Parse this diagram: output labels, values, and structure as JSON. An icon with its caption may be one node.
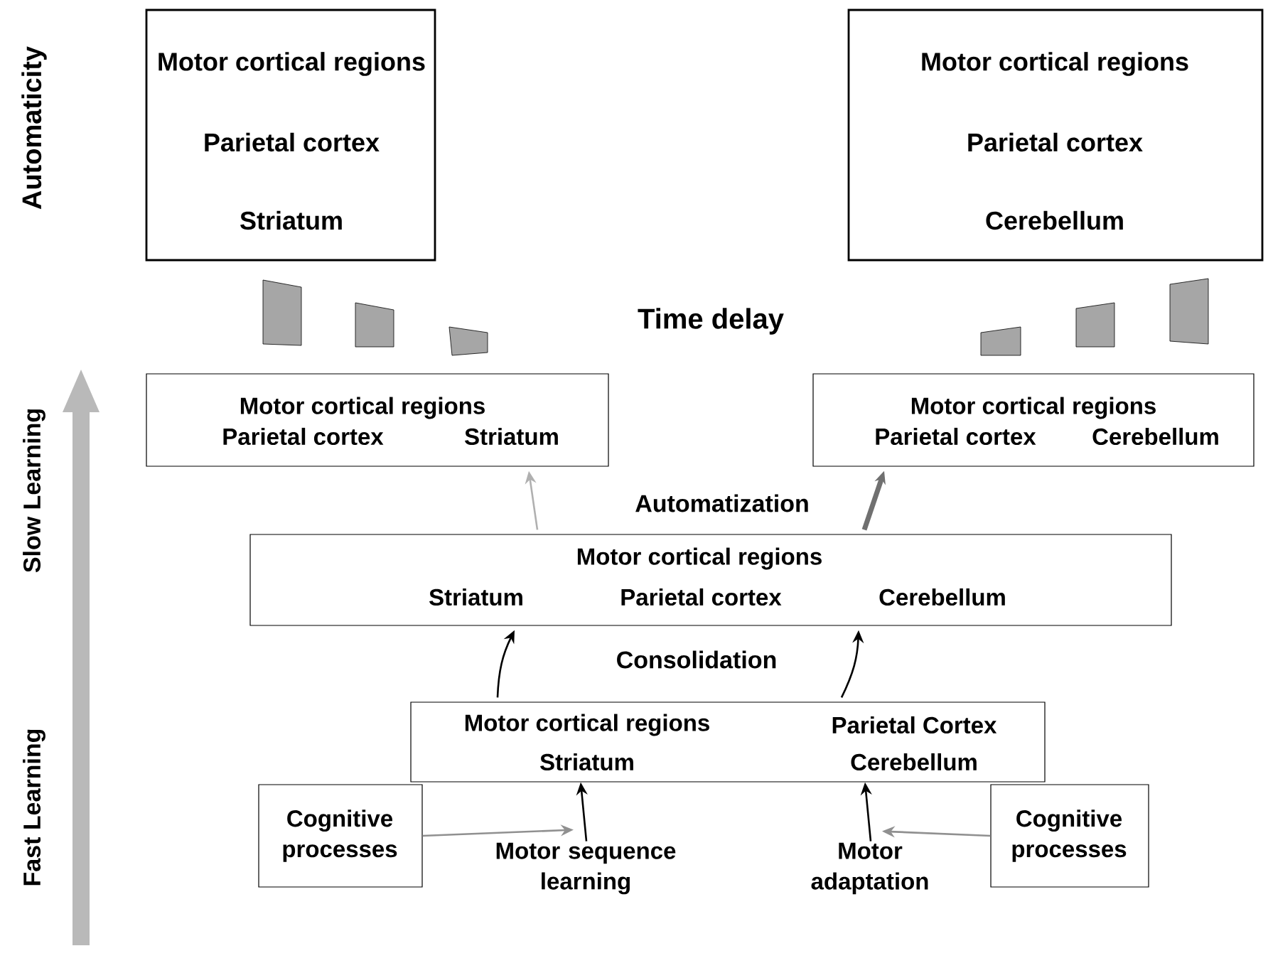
{
  "diagram": {
    "nodes": [
      {
        "text": [
          "Motor  cortical regions",
          "Parietal cortex",
          "Striatum"
        ]
      },
      {
        "text": [
          "Motor  cortical regions",
          "Parietal cortex",
          "Cerebellum"
        ]
      },
      {
        "text": [
          "Motor  cortical regions",
          "Parietal cortex",
          "Striatum"
        ]
      },
      {
        "text": [
          "Motor  cortical regions",
          "Parietal cortex",
          "Cerebellum"
        ]
      },
      {
        "text": [
          "Motor   cortical   regions",
          "Striatum",
          "Parietal cortex",
          "Cerebellum"
        ]
      },
      {
        "text": [
          "Motor cortical regions",
          "Striatum",
          "Parietal Cortex",
          "Cerebellum"
        ]
      },
      {
        "text": [
          "Cognitive processes"
        ]
      },
      {
        "text": [
          "Cognitive processes"
        ]
      },
      {
        "text": [
          "Motor sequence learning"
        ]
      },
      {
        "text": [
          "Motor adaptation"
        ]
      }
    ],
    "edges": [
      {
        "from": 8,
        "to": 5,
        "arrow": "to"
      },
      {
        "from": 9,
        "to": 5,
        "arrow": "to"
      },
      {
        "from": 6,
        "to": 8,
        "arrow": "to",
        "color": "#909090"
      },
      {
        "from": 7,
        "to": 9,
        "arrow": "to",
        "color": "#909090"
      },
      {
        "from": 5,
        "to": 4,
        "arrow": "to"
      },
      {
        "from": 5,
        "to": 4,
        "arrow": "to"
      },
      {
        "from": 4,
        "to": 2,
        "arrow": "to",
        "color": "#b0b0b0"
      },
      {
        "from": 4,
        "to": 3,
        "arrow": "to",
        "style": "thick",
        "color": "#707070"
      }
    ],
    "labels": [
      "Automaticity",
      "Time delay",
      "Slow Learning",
      "Automatization",
      "Consolidation",
      "Fast Learning"
    ]
  }
}
